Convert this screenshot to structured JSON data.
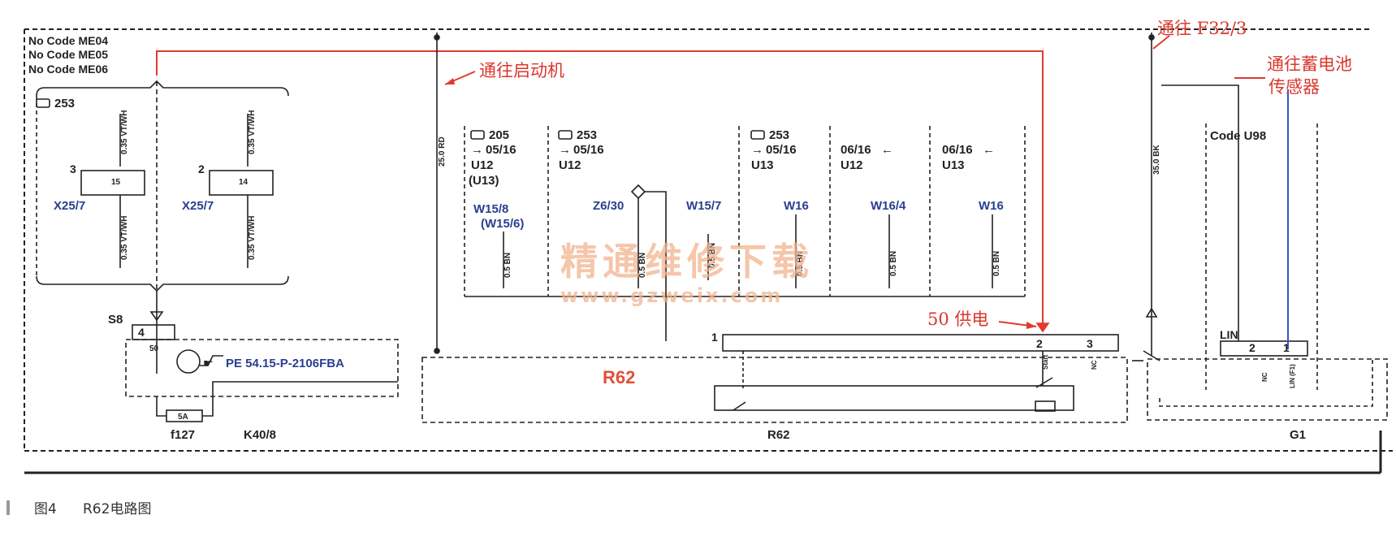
{
  "codes": [
    "No Code ME04",
    "No Code ME05",
    "No Code ME06"
  ],
  "annotations": {
    "to_starter": "通往启动机",
    "to_f32": "通往 F32/3",
    "to_battery_sensor_1": "通往蓄电池",
    "to_battery_sensor_2": "传感器",
    "supply_50": "50 供电"
  },
  "left": {
    "symbol_label": "253",
    "conn_a_pin": "3",
    "conn_a_inner": "15",
    "conn_b_pin": "2",
    "conn_b_inner": "14",
    "conn_a_name": "X25/7",
    "conn_b_name": "X25/7",
    "wire_vt_wh": "0.35 VT/WH",
    "s8": "S8",
    "s8_pin": "4",
    "s8_inner": "50",
    "pe_ref": "PE 54.15-P-2106FBA",
    "fuse_inner": "5A",
    "fuse": "f127",
    "relay": "K40/8"
  },
  "middle": {
    "wire_rd": "25.0 RD",
    "columns": [
      {
        "symbol": "205",
        "date": "05/16",
        "variant": "U12",
        "variant2": "(U13)",
        "splice": "W15/8",
        "splice2": "(W15/6)",
        "wire": "0.5 BN"
      },
      {
        "symbol": "253",
        "date": "05/16",
        "variant": "U12",
        "splice_z": "Z6/30",
        "splice": "W15/7",
        "wire": "0.5 BN",
        "wire_z": "0.5 BN"
      },
      {
        "symbol": "253",
        "date": "05/16",
        "variant": "U13",
        "splice": "W16",
        "wire": "0.5 BN"
      },
      {
        "date": "06/16",
        "variant": "U12",
        "splice": "W16/4",
        "wire": "0.5 BN"
      },
      {
        "date": "06/16",
        "variant": "U13",
        "splice": "W16",
        "wire": "0.5 BN"
      }
    ],
    "watermark_cn": "精通维修下载",
    "watermark_url": "www.gzweix.com",
    "r62_big": "R62",
    "r62_bottom": "R62",
    "pin1": "1",
    "pin2": "2",
    "pin3": "3",
    "start_label": "Start",
    "nc_label": "NC"
  },
  "right": {
    "wire_bk": "35.0 BK",
    "code_u98": "Code U98",
    "lin": "LIN",
    "pin2": "2",
    "pin1": "1",
    "nc": "NC",
    "lin_pin": "LIN (F1)",
    "g1": "G1"
  },
  "caption": {
    "fig": "图4",
    "title": "R62电路图"
  },
  "colors": {
    "red_wire": "#e2392e",
    "blue_wire": "#3a55c8",
    "annotation": "#d9372c",
    "line": "#222222"
  }
}
